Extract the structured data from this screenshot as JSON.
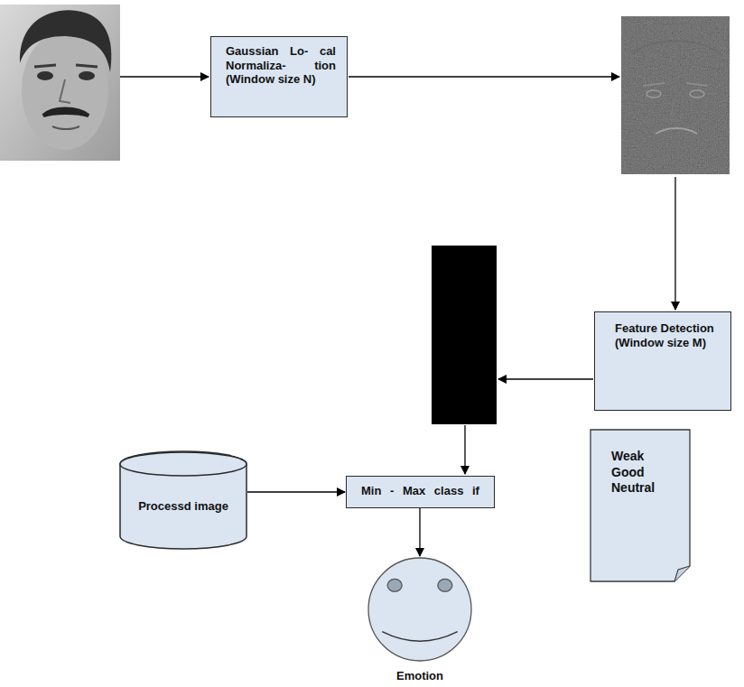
{
  "diagram": {
    "nodes": [
      {
        "text": [
          "Gaussian Lo- cal Normaliza- tion (Window size N)"
        ]
      },
      {
        "text": [
          "Feature Detection (Window size M)"
        ]
      },
      {
        "text": [
          "Processd image"
        ]
      },
      {
        "text": [
          "Min - Max class if"
        ]
      },
      {
        "text": [
          "Weak",
          "Good",
          "Neutral"
        ]
      },
      {
        "text": [
          "Emotion"
        ]
      }
    ],
    "edges": [
      {
        "from": 2,
        "to": 3,
        "arrow": "to"
      },
      {
        "from": 3,
        "to": 5,
        "arrow": "to"
      }
    ]
  }
}
